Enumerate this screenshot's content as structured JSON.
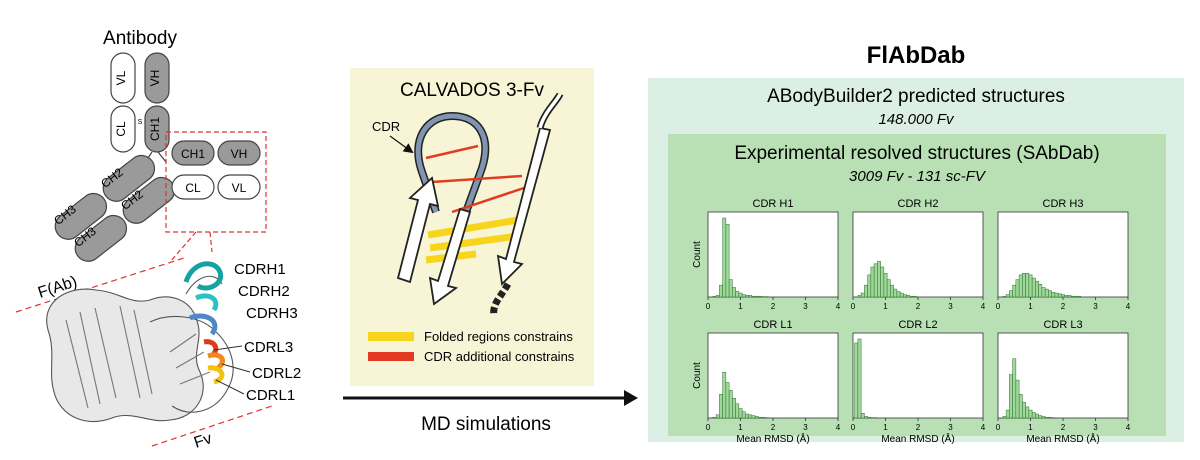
{
  "antibody": {
    "title": "Antibody",
    "domains": {
      "vl": "VL",
      "vh": "VH",
      "cl": "CL",
      "ch1": "CH1",
      "ch2": "CH2",
      "ch3": "CH3",
      "s": "S"
    },
    "fab_label": "F(Ab)",
    "fv_label": "Fv",
    "cdr_labels": [
      "CDRH1",
      "CDRH2",
      "CDRH3",
      "CDRL3",
      "CDRL2",
      "CDRL1"
    ],
    "cdr_colors": [
      "#17a2a2",
      "#28c2c2",
      "#4f86c6",
      "#e0391b",
      "#f08a1c",
      "#f4c20d"
    ]
  },
  "calvados": {
    "title": "CALVADOS 3-Fv",
    "cdr_label": "CDR",
    "legend": [
      {
        "label": "Folded regions constrains",
        "color": "#f7d51d"
      },
      {
        "label": "CDR additional constrains",
        "color": "#e23b22"
      }
    ],
    "panel_color": "#f7f5d6"
  },
  "arrow": {
    "label": "MD simulations"
  },
  "flabdab": {
    "title": "FlAbDab",
    "outer_title": "ABodyBuilder2 predicted structures",
    "outer_subtitle": "148.000 Fv",
    "inner_title": "Experimental resolved structures (SAbDab)",
    "inner_subtitle": "3009 Fv - 131 sc-FV",
    "outer_color": "#dcefe4",
    "inner_color": "#b8e0b4"
  },
  "chart_data": [
    {
      "type": "bar",
      "title": "CDR H1",
      "ylabel": "Count",
      "xlabel": "",
      "xlim": [
        0,
        4
      ],
      "xticks": [
        "0",
        "1",
        "2",
        "3",
        "4"
      ],
      "x": [
        0.2,
        0.3,
        0.4,
        0.5,
        0.6,
        0.7,
        0.8,
        0.9,
        1.0,
        1.1,
        1.2,
        1.3,
        1.4,
        1.5,
        1.6,
        1.7,
        1.8
      ],
      "values": [
        0.01,
        0.02,
        0.15,
        1.0,
        0.92,
        0.22,
        0.12,
        0.07,
        0.05,
        0.03,
        0.02,
        0.02,
        0.01,
        0.01,
        0.01,
        0.005,
        0.005
      ]
    },
    {
      "type": "bar",
      "title": "CDR H2",
      "ylabel": "",
      "xlabel": "",
      "xlim": [
        0,
        4
      ],
      "xticks": [
        "0",
        "1",
        "2",
        "3",
        "4"
      ],
      "x": [
        0.2,
        0.3,
        0.4,
        0.5,
        0.6,
        0.7,
        0.8,
        0.9,
        1.0,
        1.1,
        1.2,
        1.3,
        1.4,
        1.5,
        1.6,
        1.7,
        1.8,
        1.9
      ],
      "values": [
        0.02,
        0.05,
        0.15,
        0.28,
        0.38,
        0.42,
        0.45,
        0.38,
        0.3,
        0.22,
        0.15,
        0.1,
        0.07,
        0.05,
        0.03,
        0.02,
        0.01,
        0.01
      ]
    },
    {
      "type": "bar",
      "title": "CDR H3",
      "ylabel": "",
      "xlabel": "",
      "xlim": [
        0,
        4
      ],
      "xticks": [
        "0",
        "1",
        "2",
        "3",
        "4"
      ],
      "x": [
        0.2,
        0.3,
        0.4,
        0.5,
        0.6,
        0.7,
        0.8,
        0.9,
        1.0,
        1.1,
        1.2,
        1.3,
        1.4,
        1.5,
        1.6,
        1.7,
        1.8,
        1.9,
        2.0,
        2.1,
        2.2,
        2.3,
        2.4,
        2.5
      ],
      "values": [
        0.01,
        0.03,
        0.08,
        0.15,
        0.22,
        0.28,
        0.3,
        0.3,
        0.28,
        0.24,
        0.2,
        0.16,
        0.12,
        0.1,
        0.08,
        0.06,
        0.05,
        0.04,
        0.03,
        0.02,
        0.02,
        0.01,
        0.01,
        0.01
      ]
    },
    {
      "type": "bar",
      "title": "CDR L1",
      "ylabel": "Count",
      "xlabel": "Mean RMSD (Å)",
      "xlim": [
        0,
        4
      ],
      "xticks": [
        "0",
        "1",
        "2",
        "3",
        "4"
      ],
      "x": [
        0.2,
        0.3,
        0.4,
        0.5,
        0.6,
        0.7,
        0.8,
        0.9,
        1.0,
        1.1,
        1.2,
        1.3,
        1.4,
        1.5,
        1.6,
        1.7,
        1.8
      ],
      "values": [
        0.01,
        0.04,
        0.3,
        0.58,
        0.45,
        0.35,
        0.25,
        0.18,
        0.12,
        0.08,
        0.05,
        0.04,
        0.03,
        0.02,
        0.01,
        0.01,
        0.005
      ]
    },
    {
      "type": "bar",
      "title": "CDR L2",
      "ylabel": "",
      "xlabel": "Mean RMSD (Å)",
      "xlim": [
        0,
        4
      ],
      "xticks": [
        "0",
        "1",
        "2",
        "3",
        "4"
      ],
      "x": [
        0.1,
        0.2,
        0.3,
        0.4,
        0.5,
        0.6,
        0.7,
        0.8
      ],
      "values": [
        0.95,
        1.0,
        0.06,
        0.02,
        0.01,
        0.005,
        0.005,
        0.003
      ]
    },
    {
      "type": "bar",
      "title": "CDR L3",
      "ylabel": "",
      "xlabel": "Mean RMSD (Å)",
      "xlim": [
        0,
        4
      ],
      "xticks": [
        "0",
        "1",
        "2",
        "3",
        "4"
      ],
      "x": [
        0.2,
        0.3,
        0.4,
        0.5,
        0.6,
        0.7,
        0.8,
        0.9,
        1.0,
        1.1,
        1.2,
        1.3,
        1.4,
        1.5,
        1.6,
        1.7
      ],
      "values": [
        0.02,
        0.1,
        0.55,
        0.75,
        0.48,
        0.3,
        0.2,
        0.14,
        0.1,
        0.07,
        0.05,
        0.03,
        0.02,
        0.01,
        0.01,
        0.005
      ]
    }
  ]
}
